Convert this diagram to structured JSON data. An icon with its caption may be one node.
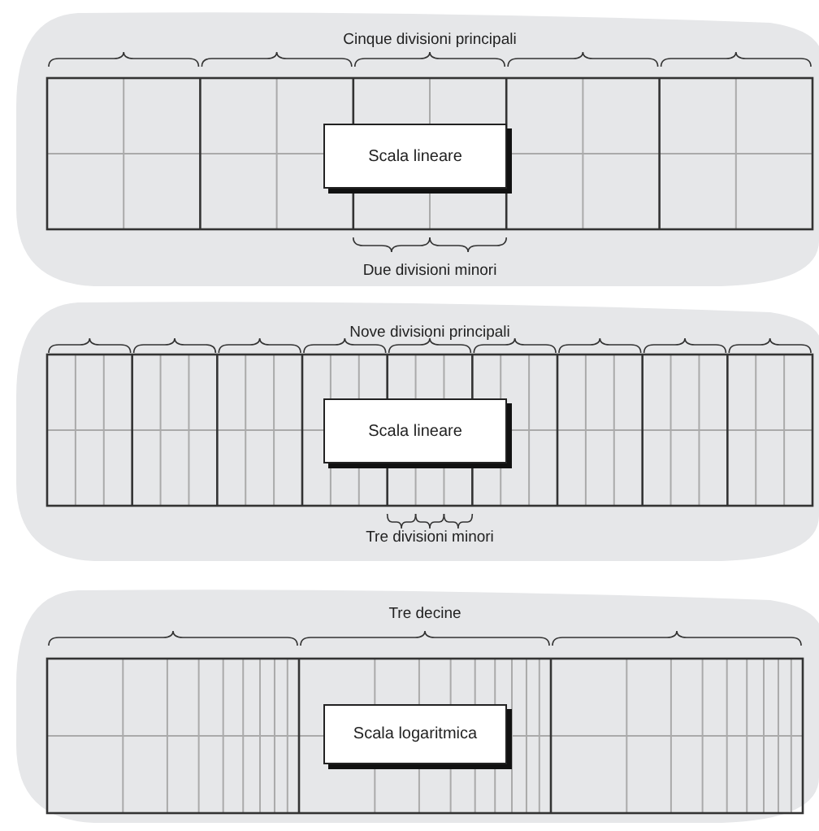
{
  "diagram": {
    "nodes": [
      {
        "text": [
          "Cinque divisioni principali",
          "Due divisioni minori"
        ]
      },
      {
        "text": [
          "Scala lineare"
        ],
        "in": 0
      },
      {
        "text": [
          "Nove divisioni principali",
          "Tre divisioni minori"
        ]
      },
      {
        "text": [
          "Scala lineare"
        ],
        "in": 2
      },
      {
        "text": [
          "Tre decine"
        ]
      },
      {
        "text": [
          "Scala logaritmica"
        ],
        "in": 4
      }
    ]
  }
}
